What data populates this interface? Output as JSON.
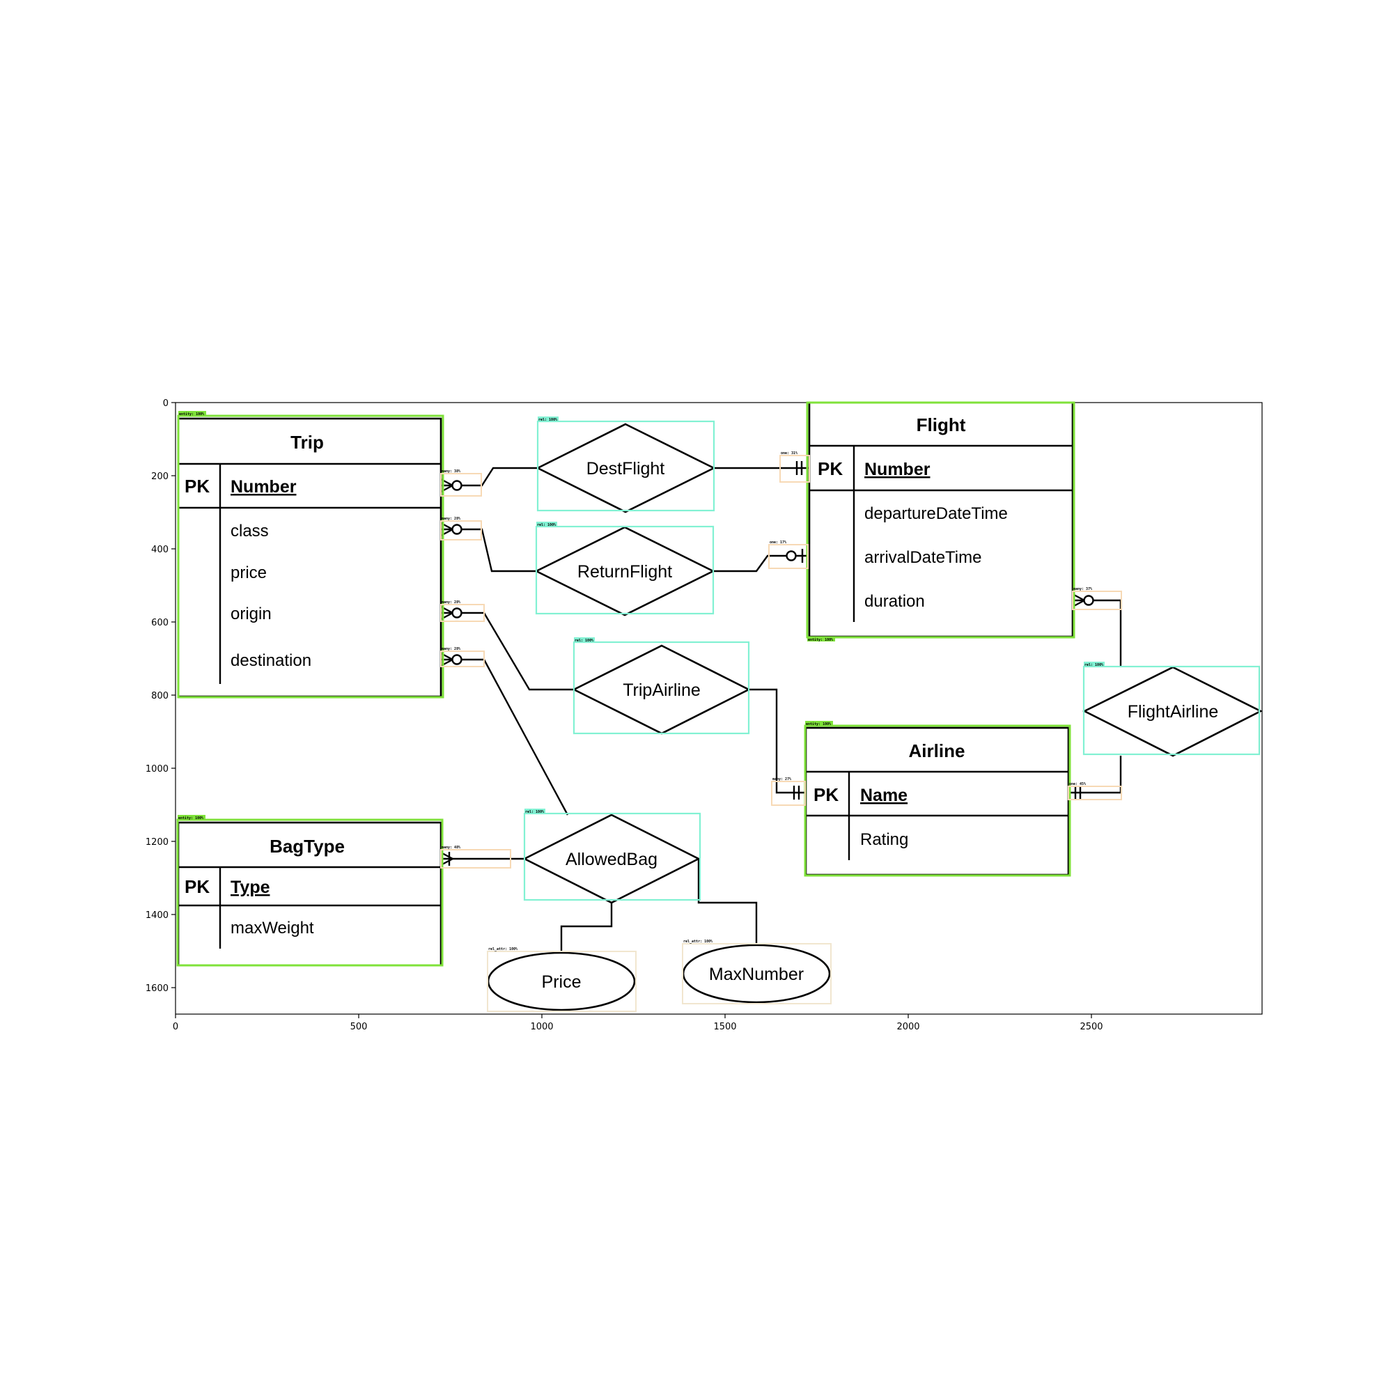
{
  "axes": {
    "x_ticks": [
      "0",
      "500",
      "1000",
      "1500",
      "2000",
      "2500"
    ],
    "y_ticks": [
      "0",
      "200",
      "400",
      "600",
      "800",
      "1000",
      "1200",
      "1400",
      "1600"
    ]
  },
  "entities": {
    "trip": {
      "title": "Trip",
      "pk_label": "PK",
      "key": "Number",
      "attributes": [
        "class",
        "price",
        "origin",
        "destination"
      ],
      "detection_label": "entity: 100%"
    },
    "flight": {
      "title": "Flight",
      "pk_label": "PK",
      "key": "Number",
      "attributes": [
        "departureDateTime",
        "arrivalDateTime",
        "duration"
      ],
      "detection_label": "entity: 100%"
    },
    "airline": {
      "title": "Airline",
      "pk_label": "PK",
      "key": "Name",
      "attributes": [
        "Rating"
      ],
      "detection_label": "entity: 100%"
    },
    "bagtype": {
      "title": "BagType",
      "pk_label": "PK",
      "key": "Type",
      "attributes": [
        "maxWeight"
      ],
      "detection_label": "entity: 100%"
    }
  },
  "relationships": {
    "destflight": {
      "label": "DestFlight",
      "detection_label": "rel: 100%"
    },
    "returnflight": {
      "label": "ReturnFlight",
      "detection_label": "rel: 100%"
    },
    "tripairline": {
      "label": "TripAirline",
      "detection_label": "rel: 100%"
    },
    "flightairline": {
      "label": "FlightAirline",
      "detection_label": "rel: 100%"
    },
    "allowedbag": {
      "label": "AllowedBag",
      "detection_label": "rel: 100%"
    }
  },
  "relationship_attributes": {
    "price": {
      "label": "Price",
      "detection_label": "rel_attr: 100%"
    },
    "maxnumber": {
      "label": "MaxNumber",
      "detection_label": "rel_attr: 100%"
    }
  },
  "cardinality_labels": {
    "trip_destflight": "many: 38%",
    "trip_returnflight": "many: 28%",
    "trip_tripairline": "many: 28%",
    "trip_allowedbag": "many: 28%",
    "flight_destflight": "one: 31%",
    "flight_returnflight": "one: 17%",
    "flight_flightairline": "many: 37%",
    "airline_tripairline": "many: 27%",
    "airline_flightairline": "one: 45%",
    "bagtype_allowedbag": "many: 48%"
  },
  "colors": {
    "entity_box": "#7fe23a",
    "relationship_box": "#82f1d3",
    "cardinality_box": "#f7d9b5",
    "attribute_box": "#f1e6cf",
    "line": "#000000"
  }
}
